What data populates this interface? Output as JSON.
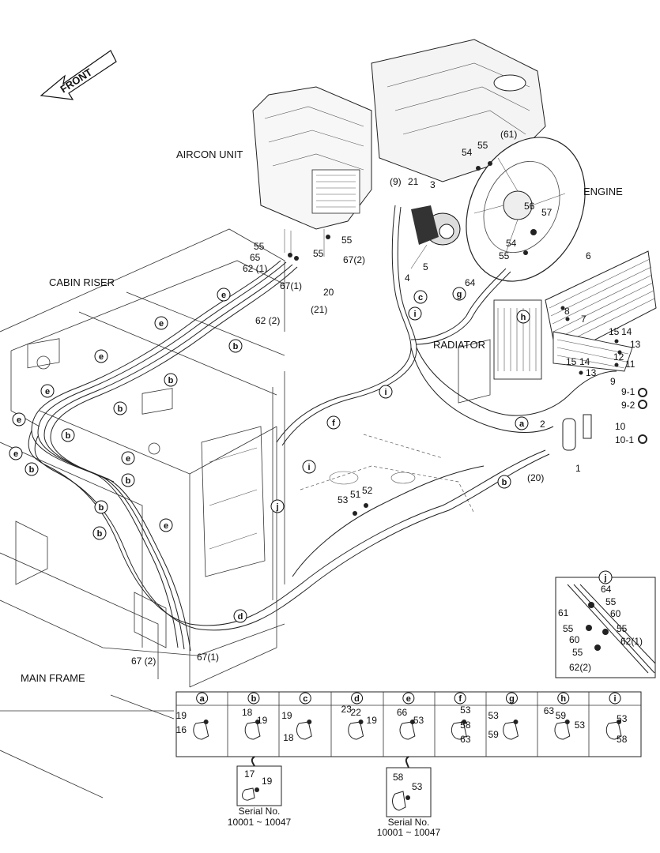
{
  "front_arrow": {
    "label": "FRONT"
  },
  "sections": {
    "aircon_unit": "AIRCON UNIT",
    "engine": "ENGINE",
    "cabin_riser": "CABIN RISER",
    "radiator": "RADIATOR",
    "main_frame": "MAIN FRAME"
  },
  "callouts": [
    "55",
    "55",
    "55",
    "65",
    "62 (1)",
    "67(1)",
    "67(2)",
    "20",
    "(21)",
    "62 (2)",
    "(9)",
    "21",
    "3",
    "4",
    "5",
    "54",
    "55",
    "(61)",
    "56",
    "57",
    "54",
    "55",
    "64",
    "6",
    "8",
    "7",
    "15",
    "14",
    "13",
    "12",
    "11",
    "15",
    "14",
    "13",
    "9",
    "9-1",
    "9-2",
    "2",
    "10",
    "10-1",
    "1",
    "(20)",
    "53",
    "51",
    "52",
    "67 (2)",
    "67(1)"
  ],
  "clip_markers": {
    "a": [
      "a"
    ],
    "b": [
      "b",
      "b",
      "b",
      "b",
      "b",
      "b",
      "b",
      "b",
      "b"
    ],
    "c": [
      "c"
    ],
    "d": [
      "d"
    ],
    "e": [
      "e",
      "e",
      "e",
      "e",
      "e",
      "e",
      "e",
      "e",
      "e"
    ],
    "f": [
      "f"
    ],
    "g": [
      "g"
    ],
    "h": [
      "h"
    ],
    "i": [
      "i",
      "i",
      "i"
    ],
    "j": [
      "j"
    ]
  },
  "detail_j": {
    "letter": "j",
    "labels": [
      "64",
      "55",
      "61",
      "60",
      "55",
      "55",
      "60",
      "62(1)",
      "55",
      "62(2)"
    ]
  },
  "legend": [
    {
      "letter": "a",
      "parts": [
        "19",
        "16"
      ]
    },
    {
      "letter": "b",
      "parts": [
        "18",
        "19"
      ]
    },
    {
      "letter": "c",
      "parts": [
        "19",
        "18"
      ]
    },
    {
      "letter": "d",
      "parts": [
        "23",
        "22",
        "19"
      ]
    },
    {
      "letter": "e",
      "parts": [
        "66",
        "53"
      ]
    },
    {
      "letter": "f",
      "parts": [
        "53",
        "58",
        "63"
      ]
    },
    {
      "letter": "g",
      "parts": [
        "53",
        "59"
      ]
    },
    {
      "letter": "h",
      "parts": [
        "63",
        "59",
        "53"
      ]
    },
    {
      "letter": "i",
      "parts": [
        "53",
        "58"
      ]
    }
  ],
  "serial_boxes": [
    {
      "parts": [
        "17",
        "19"
      ],
      "serial_label": "Serial No.",
      "serial_range": "10001 ~ 10047"
    },
    {
      "parts": [
        "58",
        "53"
      ],
      "serial_label": "Serial No.",
      "serial_range": "10001 ~ 10047"
    }
  ]
}
